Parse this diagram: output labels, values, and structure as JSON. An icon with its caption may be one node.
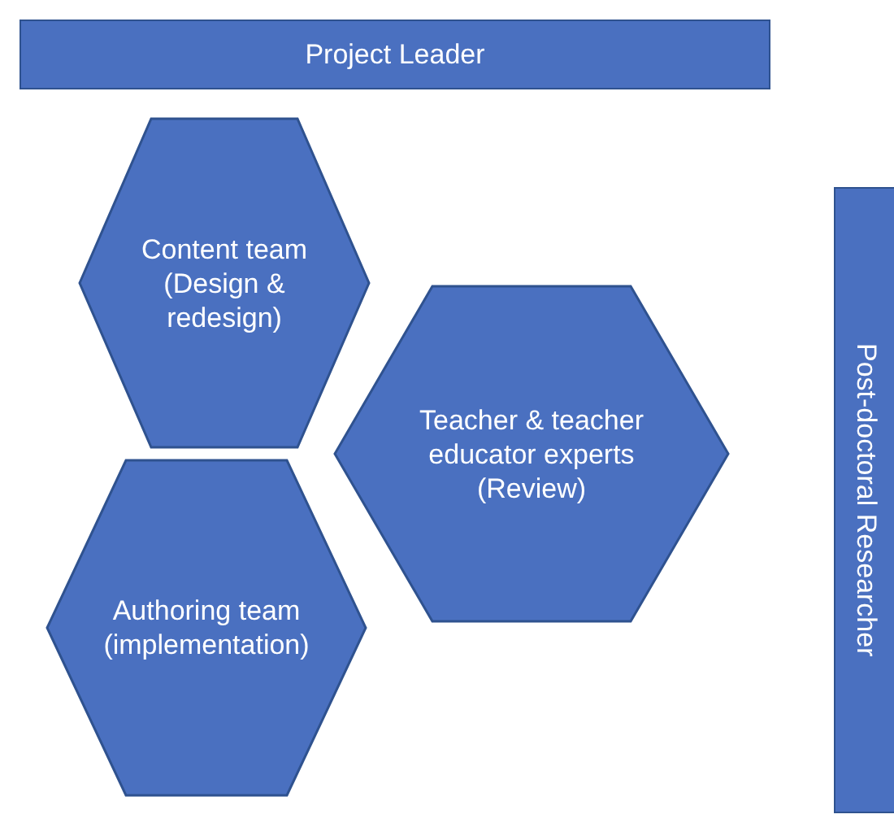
{
  "diagram": {
    "nodes": [
      {
        "text": [
          "Project Leader"
        ]
      },
      {
        "text": [
          "Content team (Design & redesign)"
        ]
      },
      {
        "text": [
          "Teacher & teacher educator experts (Review)"
        ]
      },
      {
        "text": [
          "Authoring team (implementation)"
        ]
      },
      {
        "text": [
          "Post-doctoral Researcher"
        ]
      }
    ]
  }
}
